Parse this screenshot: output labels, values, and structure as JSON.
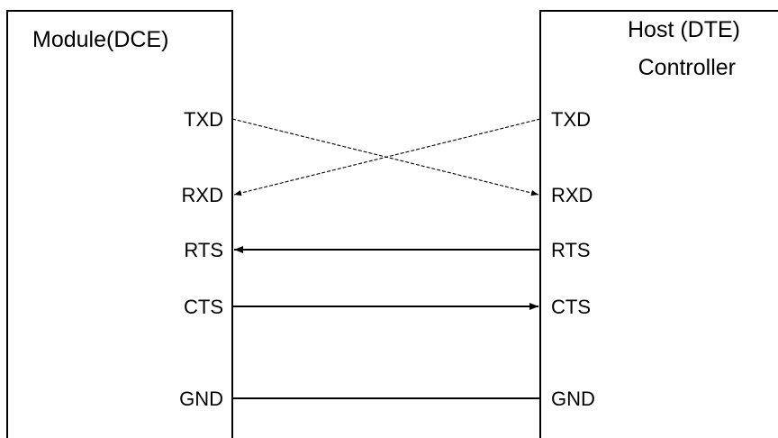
{
  "module": {
    "title": "Module(DCE)",
    "pins": [
      "TXD",
      "RXD",
      "RTS",
      "CTS",
      "GND"
    ]
  },
  "host": {
    "title_line1": "Host (DTE)",
    "title_line2": "Controller",
    "pins": [
      "TXD",
      "RXD",
      "RTS",
      "CTS",
      "GND"
    ]
  },
  "connections": [
    {
      "from": "Module TXD",
      "to": "Host RXD",
      "style": "dashed",
      "arrow": "at Host"
    },
    {
      "from": "Host TXD",
      "to": "Module RXD",
      "style": "dashed",
      "arrow": "at Module"
    },
    {
      "from": "Host RTS",
      "to": "Module RTS",
      "style": "solid",
      "arrow": "at Module"
    },
    {
      "from": "Module CTS",
      "to": "Host CTS",
      "style": "solid",
      "arrow": "at Host"
    },
    {
      "from": "Module GND",
      "to": "Host GND",
      "style": "solid",
      "arrow": "none"
    }
  ],
  "colors": {
    "line": "#000000",
    "background": "#ffffff"
  }
}
